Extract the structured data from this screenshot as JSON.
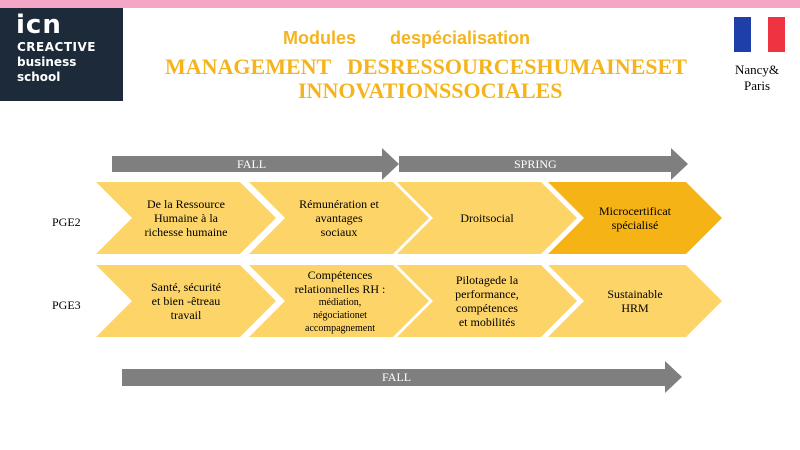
{
  "header": {
    "logo": {
      "brand": "icn",
      "line1": "CREACTIVE",
      "line2": "business",
      "line3": "school"
    },
    "title_line1a": "Modules",
    "title_line1b": "despécialisation",
    "title_line2a": "MANAGEMENT",
    "title_line2b": "DESRESSOURCESHUMAINESET",
    "title_line3": "INNOVATIONSSOCIALES",
    "location_line1": "Nancy&",
    "location_line2": "Paris"
  },
  "colors": {
    "accent": "#f5b41e",
    "chevron_light": "#fcd468",
    "chevron_highlight": "#f6b316",
    "arrow_gray": "#7f7f7f",
    "top_bar": "#f4a6c6",
    "logo_bg": "#1c2a3a",
    "flag_blue": "#1e3fa8",
    "flag_white": "#ffffff",
    "flag_red": "#ef3340"
  },
  "arrows": {
    "top_fall": "FALL",
    "top_spring": "SPRING",
    "bottom_fall": "FALL"
  },
  "rows": [
    {
      "label": "PGE2",
      "steps": [
        {
          "lines": [
            "De la Ressource",
            "Humaine à la",
            "richesse humaine"
          ],
          "highlight": false
        },
        {
          "lines": [
            "Rémunération et",
            "avantages",
            "sociaux"
          ],
          "highlight": false
        },
        {
          "lines": [
            "Droitsocial"
          ],
          "highlight": false
        },
        {
          "lines": [
            "Microcertificat",
            "spécialisé"
          ],
          "highlight": true
        }
      ]
    },
    {
      "label": "PGE3",
      "steps": [
        {
          "lines": [
            "Santé, sécurité",
            "et bien -êtreau",
            "travail"
          ],
          "highlight": false
        },
        {
          "lines": [
            "Compétences",
            "relationnelles RH :"
          ],
          "small_lines": [
            "médiation,",
            "négociationet",
            "accompagnement"
          ],
          "highlight": false
        },
        {
          "lines": [
            "Pilotagede la",
            "performance,",
            "compétences",
            "et mobilités"
          ],
          "highlight": false
        },
        {
          "lines": [
            "Sustainable",
            "HRM"
          ],
          "highlight": false
        }
      ]
    }
  ]
}
